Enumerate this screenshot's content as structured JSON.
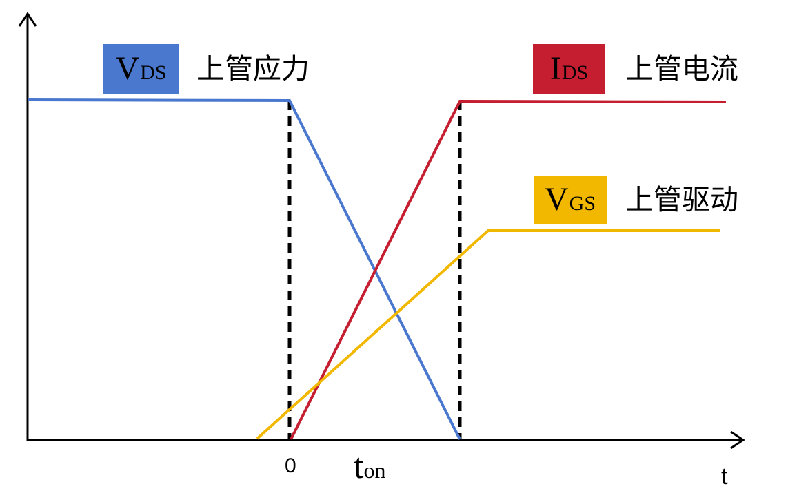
{
  "colors": {
    "vds": "#4a78cf",
    "ids": "#c41e30",
    "vgs": "#f2b800",
    "axis": "#000000",
    "dashed": "#000000"
  },
  "legend": {
    "vds": {
      "symbol": "V",
      "subscript": "DS",
      "caption": "上管应力"
    },
    "ids": {
      "symbol": "I",
      "subscript": "DS",
      "caption": "上管电流"
    },
    "vgs": {
      "symbol": "V",
      "subscript": "GS",
      "caption": "上管驱动"
    }
  },
  "axes": {
    "x_label": "t",
    "origin_tick": "0",
    "ton": {
      "symbol": "t",
      "subscript": "on"
    }
  }
}
